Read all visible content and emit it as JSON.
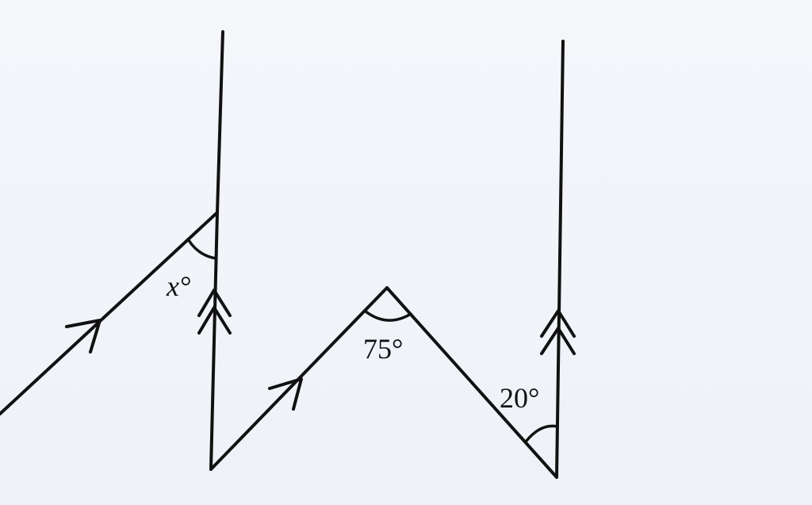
{
  "diagram": {
    "labels": {
      "angle_x": "x°",
      "angle_75": "75°",
      "angle_20": "20°"
    },
    "icons": {
      "single_arrow": "single-arrow-icon",
      "double_arrow": "double-arrow-icon"
    },
    "colors": {
      "ink": "#111111",
      "paper": "#f1f4f9"
    }
  }
}
